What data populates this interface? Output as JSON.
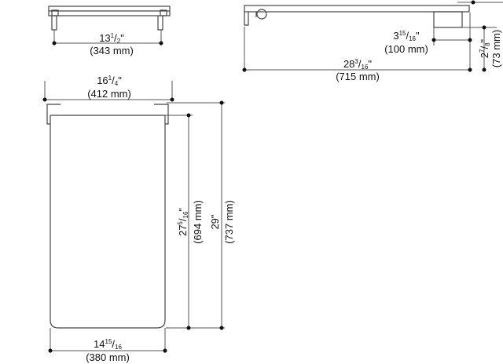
{
  "dimensions": {
    "top_width": {
      "whole": "13",
      "num": "1",
      "den": "2",
      "mark": "\"",
      "metric": "(343 mm)"
    },
    "front_width": {
      "whole": "16",
      "num": "1",
      "den": "4",
      "mark": "\"",
      "metric": "(412 mm)"
    },
    "inner_height": {
      "whole": "27",
      "num": "5",
      "den": "16",
      "mark": "\"",
      "metric": "(694 mm)"
    },
    "outer_height": {
      "whole": "29",
      "mark": "\"",
      "metric": "(737 mm)"
    },
    "bottom_width": {
      "whole": "14",
      "num": "15",
      "den": "16",
      "metric": "(380 mm)"
    },
    "side_offset": {
      "whole": "3",
      "num": "15",
      "den": "16",
      "mark": "\"",
      "metric": "(100 mm)"
    },
    "side_length": {
      "whole": "28",
      "num": "3",
      "den": "16",
      "mark": "\"",
      "metric": "(715 mm)"
    },
    "side_depth": {
      "whole": "2",
      "num": "7",
      "den": "8",
      "mark": "\"",
      "metric": "(73 mm)"
    }
  }
}
